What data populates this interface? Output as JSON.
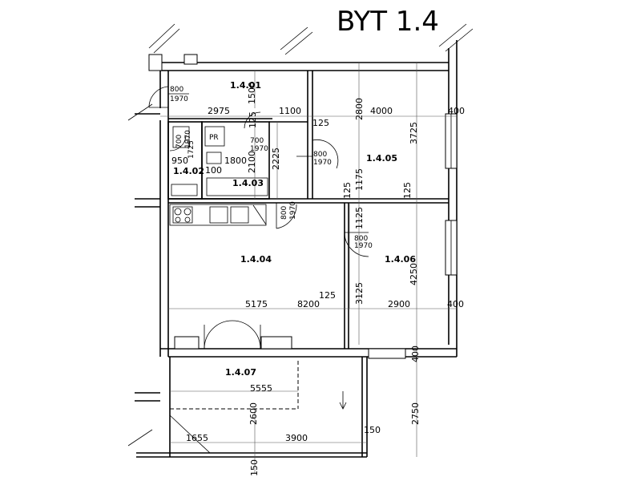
{
  "title": "BYT 1.4",
  "rooms": {
    "r01": "1.4.01",
    "r02": "1.4.02",
    "r03": "1.4.03",
    "r04": "1.4.04",
    "r05": "1.4.05",
    "r06": "1.4.06",
    "r07": "1.4.07"
  },
  "labels": {
    "pr": "PR"
  },
  "doors": {
    "d_entry_w": "800",
    "d_entry_h": "1970",
    "d_wc_w": "700",
    "d_wc_h": "1970",
    "d_bath_w": "700",
    "d_bath_h": "1970",
    "d_bed1_w": "800",
    "d_bed1_h": "1970",
    "d_living_w": "800",
    "d_living_h": "1970",
    "d_bed2_w": "800",
    "d_bed2_h": "1970"
  },
  "dims": {
    "d2975": "2975",
    "d1100": "1100",
    "d4000": "4000",
    "d400a": "400",
    "d1500": "1500",
    "d2800": "2800",
    "d3725": "3725",
    "d125a": "125",
    "d950": "950",
    "d1725": "1725",
    "d1800": "1800",
    "d100": "100",
    "d2100": "2100",
    "d2225": "2225",
    "d1175": "1175",
    "d125b": "125",
    "d125c": "125",
    "d125d": "125",
    "d1125": "1125",
    "d3125": "3125",
    "d4250": "4250",
    "d5175": "5175",
    "d8200": "8200",
    "d125e": "125",
    "d2900": "2900",
    "d400b": "400",
    "d400c": "400",
    "d5555": "5555",
    "d2600": "2600",
    "d2750": "2750",
    "d1655": "1655",
    "d3900": "3900",
    "d150a": "150",
    "d150b": "150"
  }
}
